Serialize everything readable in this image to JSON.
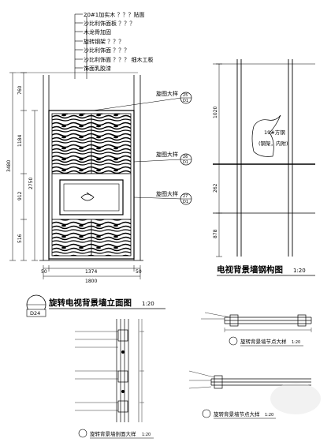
{
  "left_elevation": {
    "top_notes": [
      "20#1加实木 ？？？贴面",
      "沙比利饰面板 ？？？",
      "木龙骨加固",
      "旋转钢架 ？？？",
      "沙比利饰面 ？？？",
      "沙比利饰面 ？？？ 细木工板",
      "饰面乳胶漆"
    ],
    "dims_vertical": [
      "760",
      "1184",
      "912",
      "516",
      "2750",
      "3480"
    ],
    "dims_horizontal": [
      "50",
      "1374",
      "50",
      "1800"
    ],
    "callout_label": "旋图大样",
    "callouts": [
      {
        "top": "25",
        "bottom": "D1"
      },
      {
        "top": "26",
        "bottom": "D1"
      },
      {
        "top": "27",
        "bottom": "D1"
      }
    ],
    "title": "旋转电视背景墙立面图",
    "scale": "1:20",
    "marker_id": "D24"
  },
  "right_section": {
    "labels": [
      "19#方钢",
      "(钢架，内附)"
    ],
    "dims_vertical": [
      "1020",
      "262",
      "878"
    ],
    "title": "电视背景墙钢构图",
    "scale": "1:20"
  },
  "details": {
    "detail1_title": "旋转背景墙剖面大样",
    "detail2_title": "旋转背景墙节点大样",
    "detail3_title": "旋转背景墙节点大样",
    "scale_small": "1:20"
  }
}
